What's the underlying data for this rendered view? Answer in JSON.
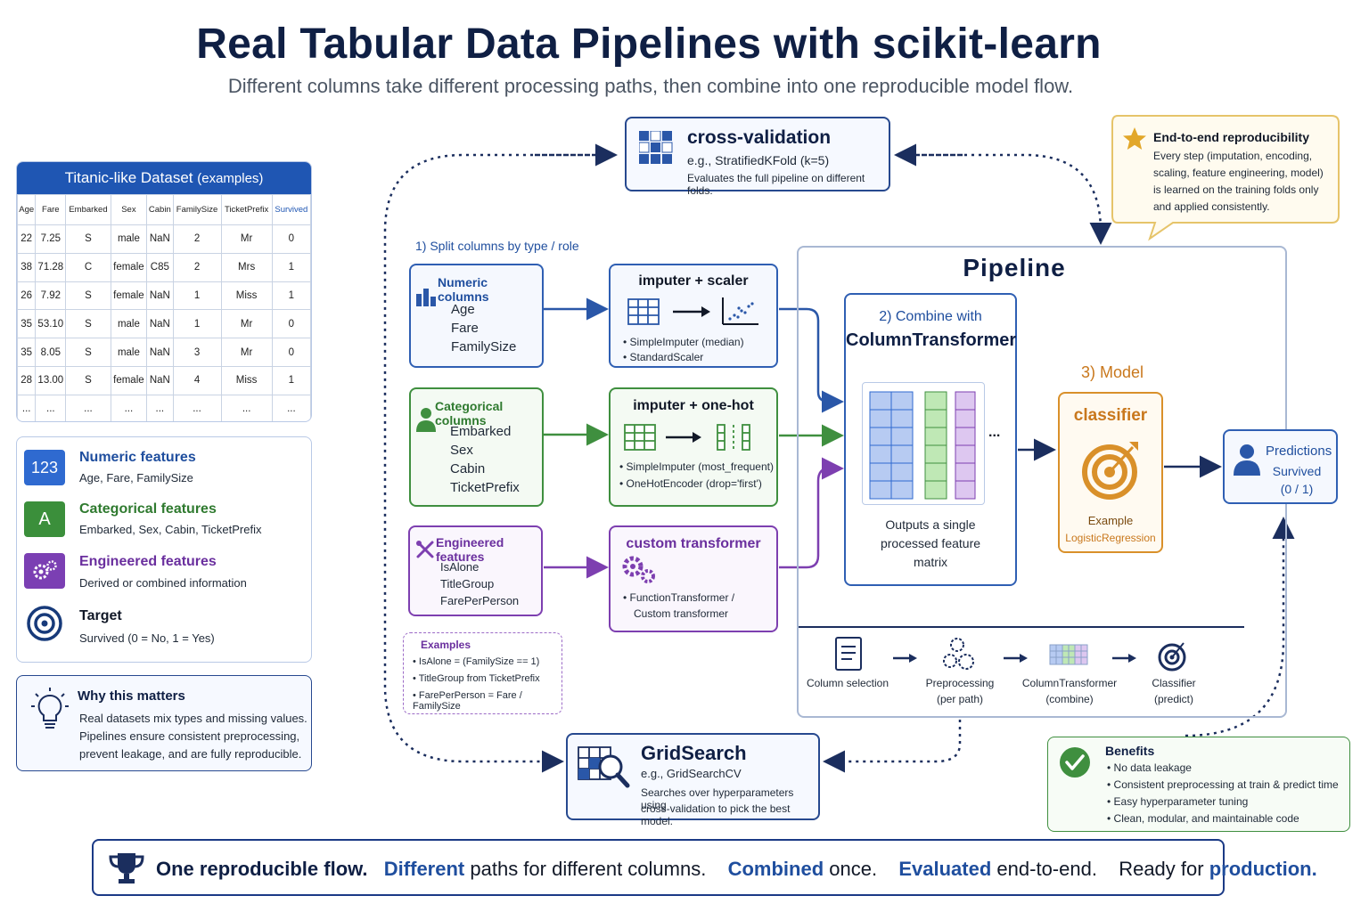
{
  "header": {
    "title": "Real Tabular Data Pipelines with scikit-learn",
    "subtitle": "Different columns take different processing paths, then combine into one reproducible model flow."
  },
  "dataset": {
    "title": "Titanic-like Dataset",
    "title_suffix": "(examples)",
    "columns": [
      "Age",
      "Fare",
      "Embarked",
      "Sex",
      "Cabin",
      "FamilySize",
      "TicketPrefix",
      "Survived"
    ],
    "rows": [
      [
        "22",
        "7.25",
        "S",
        "male",
        "NaN",
        "2",
        "Mr",
        "0"
      ],
      [
        "38",
        "71.28",
        "C",
        "female",
        "C85",
        "2",
        "Mrs",
        "1"
      ],
      [
        "26",
        "7.92",
        "S",
        "female",
        "NaN",
        "1",
        "Miss",
        "1"
      ],
      [
        "35",
        "53.10",
        "S",
        "male",
        "NaN",
        "1",
        "Mr",
        "0"
      ],
      [
        "35",
        "8.05",
        "S",
        "male",
        "NaN",
        "3",
        "Mr",
        "0"
      ],
      [
        "28",
        "13.00",
        "S",
        "female",
        "NaN",
        "4",
        "Miss",
        "1"
      ],
      [
        "...",
        "...",
        "...",
        "...",
        "...",
        "...",
        "...",
        "..."
      ]
    ]
  },
  "legend": {
    "numeric": {
      "badge": "123",
      "title": "Numeric features",
      "desc": "Age, Fare, FamilySize"
    },
    "categorical": {
      "badge": "A",
      "title": "Categorical features",
      "desc": "Embarked, Sex, Cabin, TicketPrefix"
    },
    "engineered": {
      "title": "Engineered features",
      "desc": "Derived or combined information"
    },
    "target": {
      "title": "Target",
      "desc": "Survived (0 = No, 1 = Yes)"
    }
  },
  "why": {
    "title": "Why this matters",
    "lines": [
      "Real datasets mix types and missing values.",
      "Pipelines ensure consistent preprocessing,",
      "prevent leakage, and are fully reproducible."
    ]
  },
  "cv": {
    "title": "cross-validation",
    "line1": "e.g., StratifiedKFold (k=5)",
    "line2": "Evaluates the full pipeline on different folds."
  },
  "repro": {
    "title": "End-to-end reproducibility",
    "lines": [
      "Every step (imputation, encoding,",
      "scaling, feature engineering, model)",
      "is learned on the training folds only",
      "and applied consistently."
    ]
  },
  "split_label": "1) Split columns by type / role",
  "numeric_cols": {
    "title": "Numeric columns",
    "items": [
      "Age",
      "Fare",
      "FamilySize"
    ]
  },
  "categorical_cols": {
    "title": "Categorical columns",
    "items": [
      "Embarked",
      "Sex",
      "Cabin",
      "TicketPrefix"
    ]
  },
  "engineered_cols": {
    "title": "Engineered features",
    "items": [
      "IsAlone",
      "TitleGroup",
      "FarePerPerson"
    ]
  },
  "examples": {
    "title": "Examples",
    "items": [
      "IsAlone = (FamilySize == 1)",
      "TitleGroup from TicketPrefix",
      "FarePerPerson = Fare / FamilySize"
    ]
  },
  "imp_scaler": {
    "title": "imputer + scaler",
    "items": [
      "SimpleImputer (median)",
      "StandardScaler"
    ]
  },
  "imp_onehot": {
    "title": "imputer + one-hot",
    "items": [
      "SimpleImputer (most_frequent)",
      "OneHotEncoder (drop='first')"
    ]
  },
  "custom": {
    "title": "custom transformer",
    "items": [
      "FunctionTransformer /",
      "Custom transformer"
    ]
  },
  "pipeline": {
    "title": "Pipeline",
    "combine_step": "2) Combine with",
    "combine_name": "ColumnTransformer",
    "ellipsis": "...",
    "outputs": [
      "Outputs a single",
      "processed feature",
      "matrix"
    ],
    "model_label": "3) Model",
    "classifier": "classifier",
    "example_label": "Example",
    "example_model": "LogisticRegression"
  },
  "predictions": {
    "title": "Predictions",
    "line1": "Survived",
    "line2": "(0 / 1)"
  },
  "steps": [
    {
      "label": "Column selection",
      "sub": ""
    },
    {
      "label": "Preprocessing",
      "sub": "(per path)"
    },
    {
      "label": "ColumnTransformer",
      "sub": "(combine)"
    },
    {
      "label": "Classifier",
      "sub": "(predict)"
    }
  ],
  "gridsearch": {
    "title": "GridSearch",
    "line1": "e.g., GridSearchCV",
    "line2": "Searches over hyperparameters using",
    "line3": "cross-validation to pick the best model."
  },
  "benefits": {
    "title": "Benefits",
    "items": [
      "No data leakage",
      "Consistent preprocessing at train & predict time",
      "Easy hyperparameter tuning",
      "Clean, modular, and maintainable code"
    ]
  },
  "footer": {
    "p1": "One reproducible flow.",
    "p2a": "Different",
    "p2b": "paths for different columns.",
    "p3a": "Combined",
    "p3b": "once.",
    "p4a": "Evaluated",
    "p4b": "end-to-end.",
    "p5a": "Ready for",
    "p5b": "production."
  },
  "colors": {
    "blue": "#2f5fb3",
    "green": "#3f8f3f",
    "purple": "#7d3fb0",
    "orange": "#d9902a",
    "navy": "#0f1f44"
  }
}
